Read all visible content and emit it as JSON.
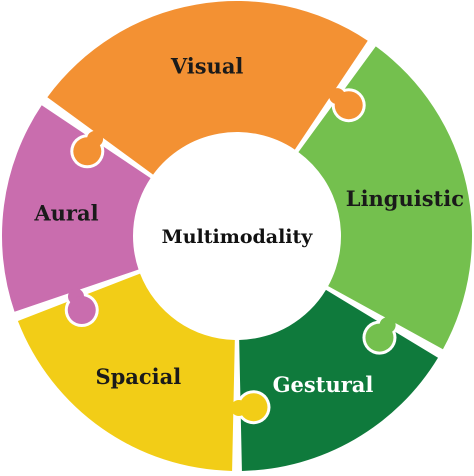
{
  "center": {
    "label": "Multimodality"
  },
  "segments": [
    {
      "label": "Visual",
      "color": "#f39133",
      "text_color": "#1a1a1a"
    },
    {
      "label": "Linguistic",
      "color": "#74c04e",
      "text_color": "#1a1a1a"
    },
    {
      "label": "Gestural",
      "color": "#0f7a3c",
      "text_color": "#ffffff"
    },
    {
      "label": "Spacial",
      "color": "#f2cd17",
      "text_color": "#1a1a1a"
    },
    {
      "label": "Aural",
      "color": "#c96dae",
      "text_color": "#1a1a1a"
    }
  ]
}
